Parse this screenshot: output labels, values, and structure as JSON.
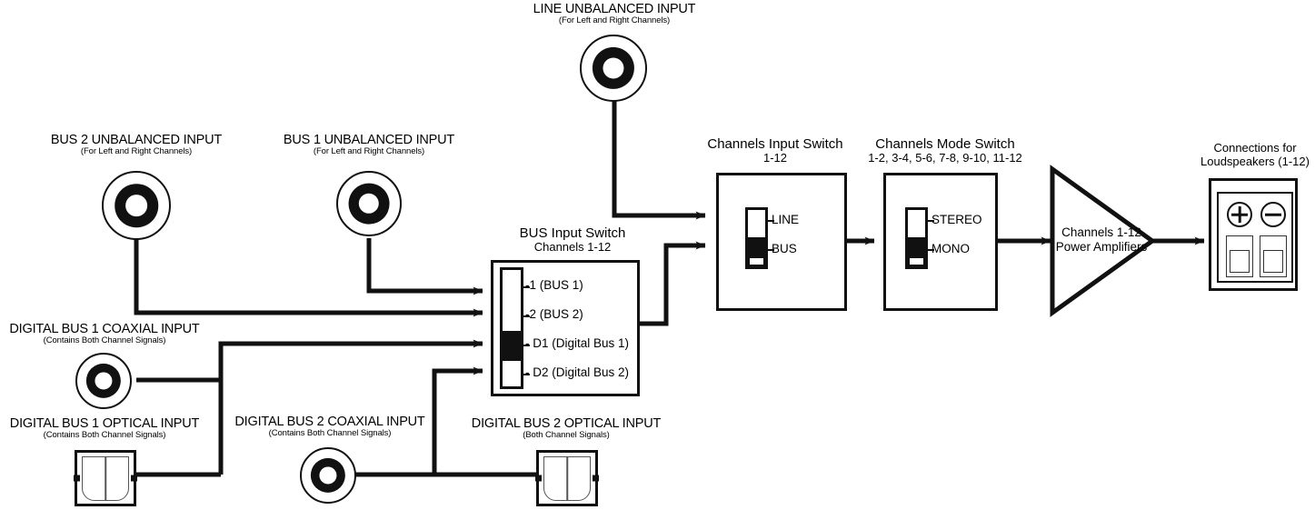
{
  "diagram": {
    "title": "Audio signal flow block diagram",
    "colors": {
      "ink": "#111111",
      "background": "#ffffff"
    }
  },
  "inputs": {
    "line_unbalanced": {
      "label": "LINE UNBALANCED INPUT",
      "sub": "(For Left and Right Channels)",
      "connector": "rca-jack"
    },
    "bus2_unbalanced": {
      "label": "BUS 2 UNBALANCED INPUT",
      "sub": "(For Left and Right Channels)",
      "connector": "rca-jack"
    },
    "bus1_unbalanced": {
      "label": "BUS 1 UNBALANCED INPUT",
      "sub": "(For Left and Right Channels)",
      "connector": "rca-jack"
    },
    "digital_bus1_coaxial": {
      "label": "DIGITAL BUS 1 COAXIAL INPUT",
      "sub": "(Contains Both Channel Signals)",
      "connector": "rca-jack"
    },
    "digital_bus1_optical": {
      "label": "DIGITAL BUS 1 OPTICAL INPUT",
      "sub": "(Contains Both Channel Signals)",
      "connector": "optical-jack"
    },
    "digital_bus2_coaxial": {
      "label": "DIGITAL BUS 2 COAXIAL INPUT",
      "sub": "(Contains Both Channel Signals)",
      "connector": "rca-jack"
    },
    "digital_bus2_optical": {
      "label": "DIGITAL BUS 2 OPTICAL INPUT",
      "sub": "(Both Channel Signals)",
      "connector": "optical-jack"
    }
  },
  "bus_input_switch": {
    "title_line1": "BUS Input Switch",
    "title_line2": "Channels 1-12",
    "positions": [
      {
        "label": "-1 (BUS 1)",
        "selected": false
      },
      {
        "label": "-2 (BUS 2)",
        "selected": false
      },
      {
        "label": "- D1 (Digital Bus 1)",
        "selected": true
      },
      {
        "label": "- D2 (Digital Bus 2)",
        "selected": false
      }
    ],
    "selected": "- D1 (Digital Bus 1)"
  },
  "channels_input_switch": {
    "title_line1": "Channels Input Switch",
    "title_line2": "1-12",
    "positions": [
      {
        "label": "LINE",
        "selected": false
      },
      {
        "label": "BUS",
        "selected": true
      }
    ],
    "selected": "BUS"
  },
  "channels_mode_switch": {
    "title_line1": "Channels Mode Switch",
    "title_line2": "1-2, 3-4, 5-6, 7-8, 9-10, 11-12",
    "positions": [
      {
        "label": "STEREO",
        "selected": false
      },
      {
        "label": "MONO",
        "selected": true
      }
    ],
    "selected": "MONO"
  },
  "amplifier": {
    "line1": "Channels 1-12",
    "line2": "Power Amplifiers",
    "shape": "triangle"
  },
  "loudspeaker_output": {
    "title_line1": "Connections for",
    "title_line2": "Loudspeakers (1-12)",
    "terminals": [
      {
        "polarity": "plus",
        "glyph": "+"
      },
      {
        "polarity": "minus",
        "glyph": "-"
      }
    ]
  }
}
